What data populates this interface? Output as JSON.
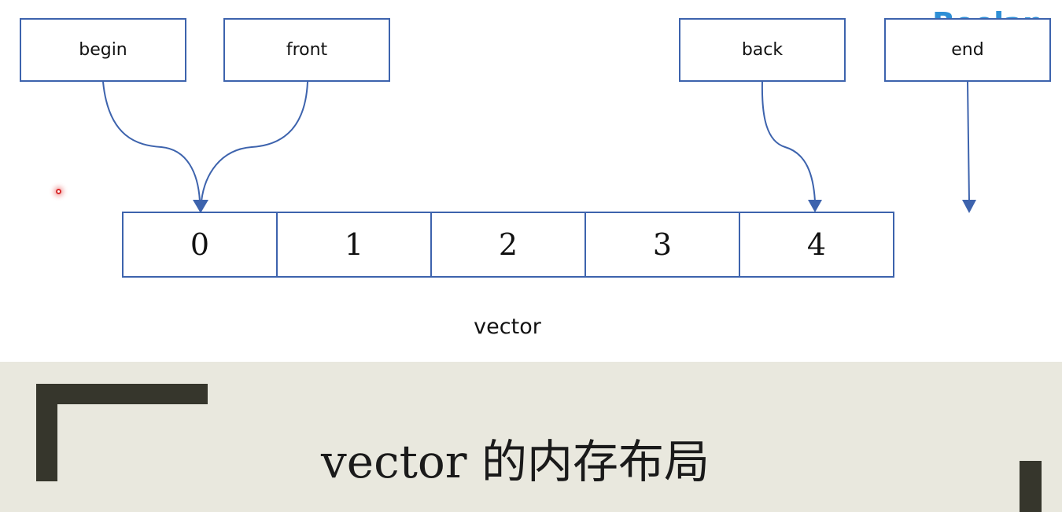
{
  "logo": "Boolan",
  "pointers": {
    "begin": "begin",
    "front": "front",
    "back": "back",
    "end": "end"
  },
  "cells": [
    "0",
    "1",
    "2",
    "3",
    "4"
  ],
  "caption": "vector",
  "title": "vector 的内存布局",
  "colors": {
    "box_border": "#3d63ad",
    "arrow": "#3d63ad",
    "logo": "#2e8fd6",
    "title_band": "#e9e8de",
    "bracket": "#36362c"
  }
}
